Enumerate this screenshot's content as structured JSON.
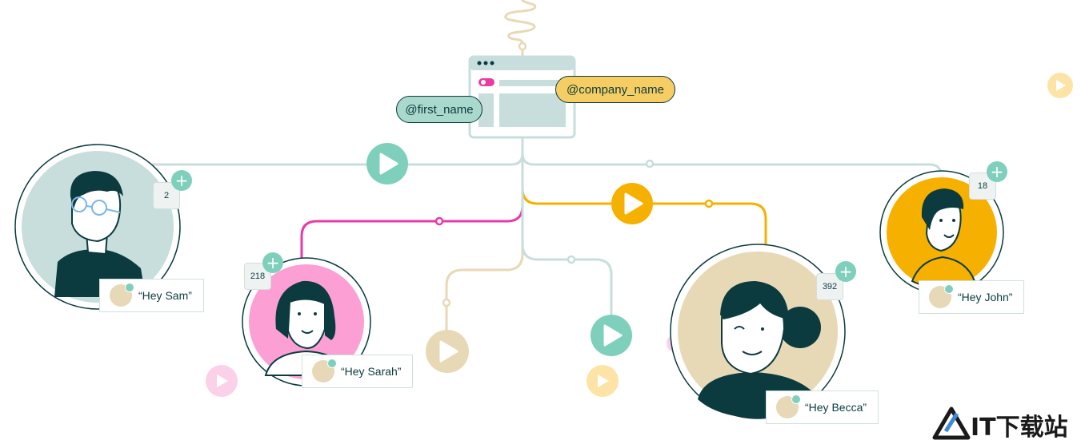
{
  "variables": {
    "first_name": "@first_name",
    "company_name": "@company_name"
  },
  "people": [
    {
      "id": "sam",
      "count": "2",
      "greeting": "“Hey Sam”"
    },
    {
      "id": "sarah",
      "count": "218",
      "greeting": "“Hey Sarah”"
    },
    {
      "id": "becca",
      "count": "392",
      "greeting": "“Hey Becca”"
    },
    {
      "id": "john",
      "count": "18",
      "greeting": "“Hey John”"
    }
  ],
  "plus_symbol": "+",
  "watermark": {
    "text": "IT下载站"
  },
  "colors": {
    "teal": "#7fcfbd",
    "teal_line": "#c8dedd",
    "magenta": "#e93aa6",
    "yellow": "#f6b100",
    "sand": "#e8d9b6",
    "dark": "#0b3b3f",
    "pink_bg": "#fb9fd4",
    "sage_bg": "#c7dedd",
    "beige_bg": "#e8d9b6",
    "yellow_bg": "#f6b100"
  }
}
